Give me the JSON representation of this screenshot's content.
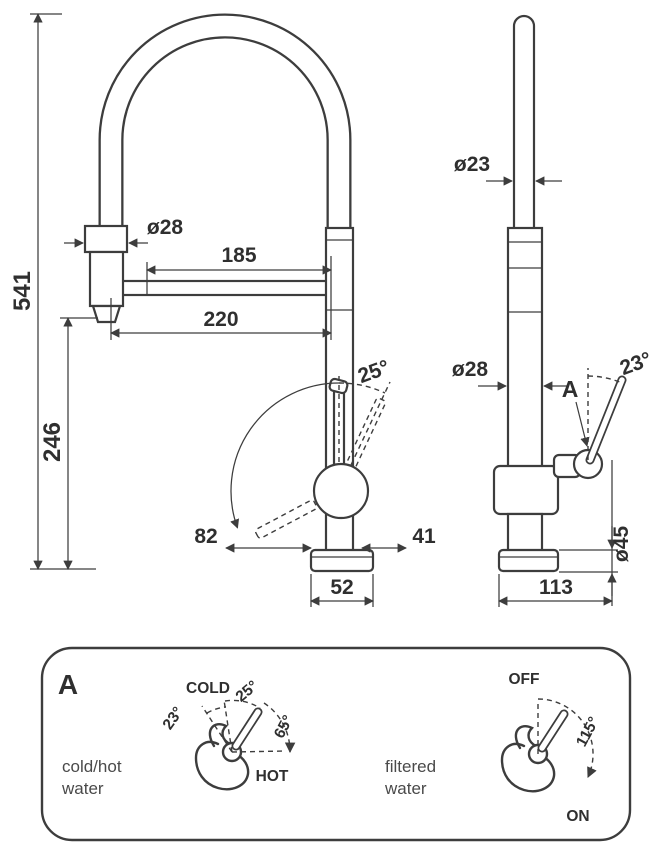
{
  "colors": {
    "line": "#3d3d3d",
    "text": "#2f2f2f"
  },
  "front_view": {
    "height_total": "541",
    "spout_height": "246",
    "head_diameter": "ø28",
    "reach_upper": "185",
    "reach_lower": "220",
    "handle_angle": "25°",
    "handle_swing_left": "82",
    "handle_swing_right": "41",
    "base_width": "52"
  },
  "side_view": {
    "pipe_diameter": "ø23",
    "body_diameter": "ø28",
    "handle_angle": "23°",
    "detail_ref": "A",
    "base_diameter": "ø45",
    "depth": "113"
  },
  "detail_panel": {
    "label": "A",
    "mixer": {
      "caption_line1": "cold/hot",
      "caption_line2": "water",
      "cold_label": "COLD",
      "hot_label": "HOT",
      "angle_cold": "25°",
      "angle_hot": "65°",
      "angle_side": "23°"
    },
    "filter": {
      "caption_line1": "filtered",
      "caption_line2": "water",
      "off_label": "OFF",
      "on_label": "ON",
      "angle_range": "115°"
    }
  }
}
